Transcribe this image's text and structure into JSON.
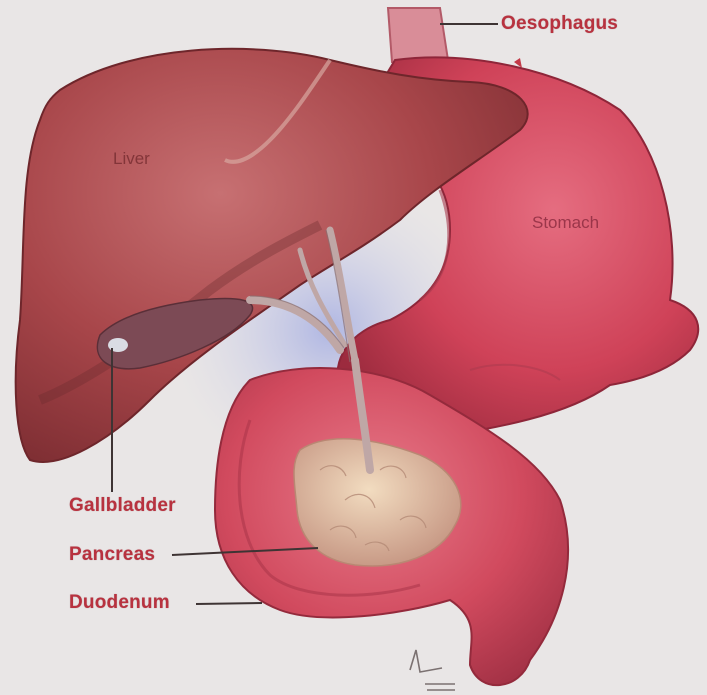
{
  "diagram": {
    "labels": {
      "oesophagus": "Oesophagus",
      "liver": "Liver",
      "stomach": "Stomach",
      "gallbladder": "Gallbladder",
      "pancreas": "Pancreas",
      "duodenum": "Duodenum"
    }
  },
  "colors": {
    "background": "#e9e6e6",
    "liver": "#a8464a",
    "stomach": "#cf4258",
    "intestine": "#d14a5e",
    "pancreas": "#e8c7a8",
    "label_text": "#b8323f",
    "leader_line": "#4a3a3a"
  }
}
